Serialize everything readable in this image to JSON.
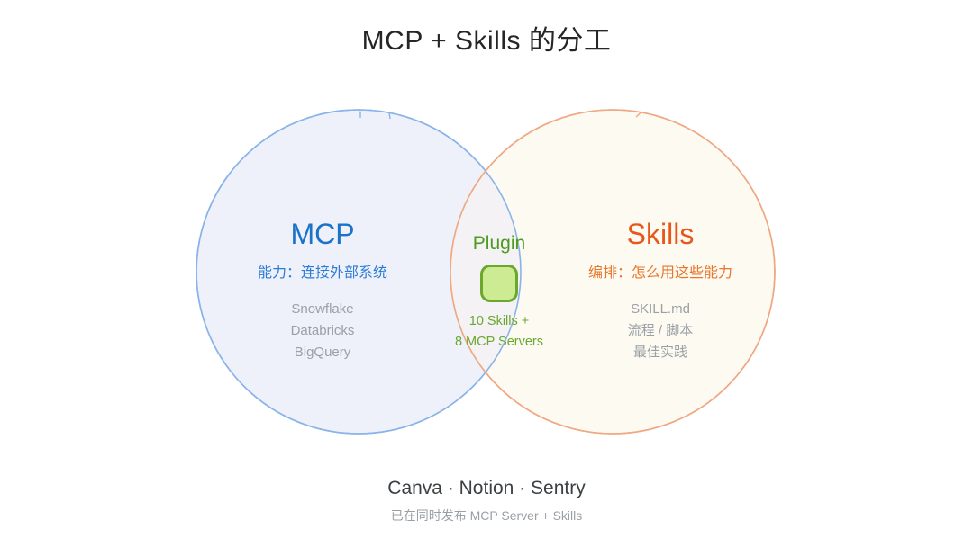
{
  "slide": {
    "title": "MCP + Skills 的分工",
    "background_color": "#ffffff"
  },
  "diagram": {
    "type": "venn",
    "left_circle": {
      "heading": "MCP",
      "subtitle": "能力：连接外部系统",
      "items": [
        "Snowflake",
        "Databricks",
        "BigQuery"
      ],
      "fill_color": "#eef1fa",
      "stroke_color": "#8ab4e8",
      "heading_color": "#1a73c8",
      "subtitle_color": "#2b7bd6"
    },
    "right_circle": {
      "heading": "Skills",
      "subtitle": "编排：怎么用这些能力",
      "items": [
        "SKILL.md",
        "流程 / 脚本",
        "最佳实践"
      ],
      "fill_color": "#fdfaf2",
      "stroke_color": "#f0a882",
      "heading_color": "#e8561b",
      "subtitle_color": "#e8762c"
    },
    "intersection": {
      "heading": "Plugin",
      "icon": "plugin-square-icon",
      "lines": [
        "10 Skills +",
        "8 MCP Servers"
      ],
      "fill_color": "#f4f2f4",
      "text_color": "#4e9a1f",
      "icon_fill_color": "#cdeb93",
      "icon_stroke_color": "#6ba82c"
    }
  },
  "footer": {
    "brands": "Canva  ·  Notion  ·  Sentry",
    "note": "已在同时发布 MCP Server + Skills"
  }
}
